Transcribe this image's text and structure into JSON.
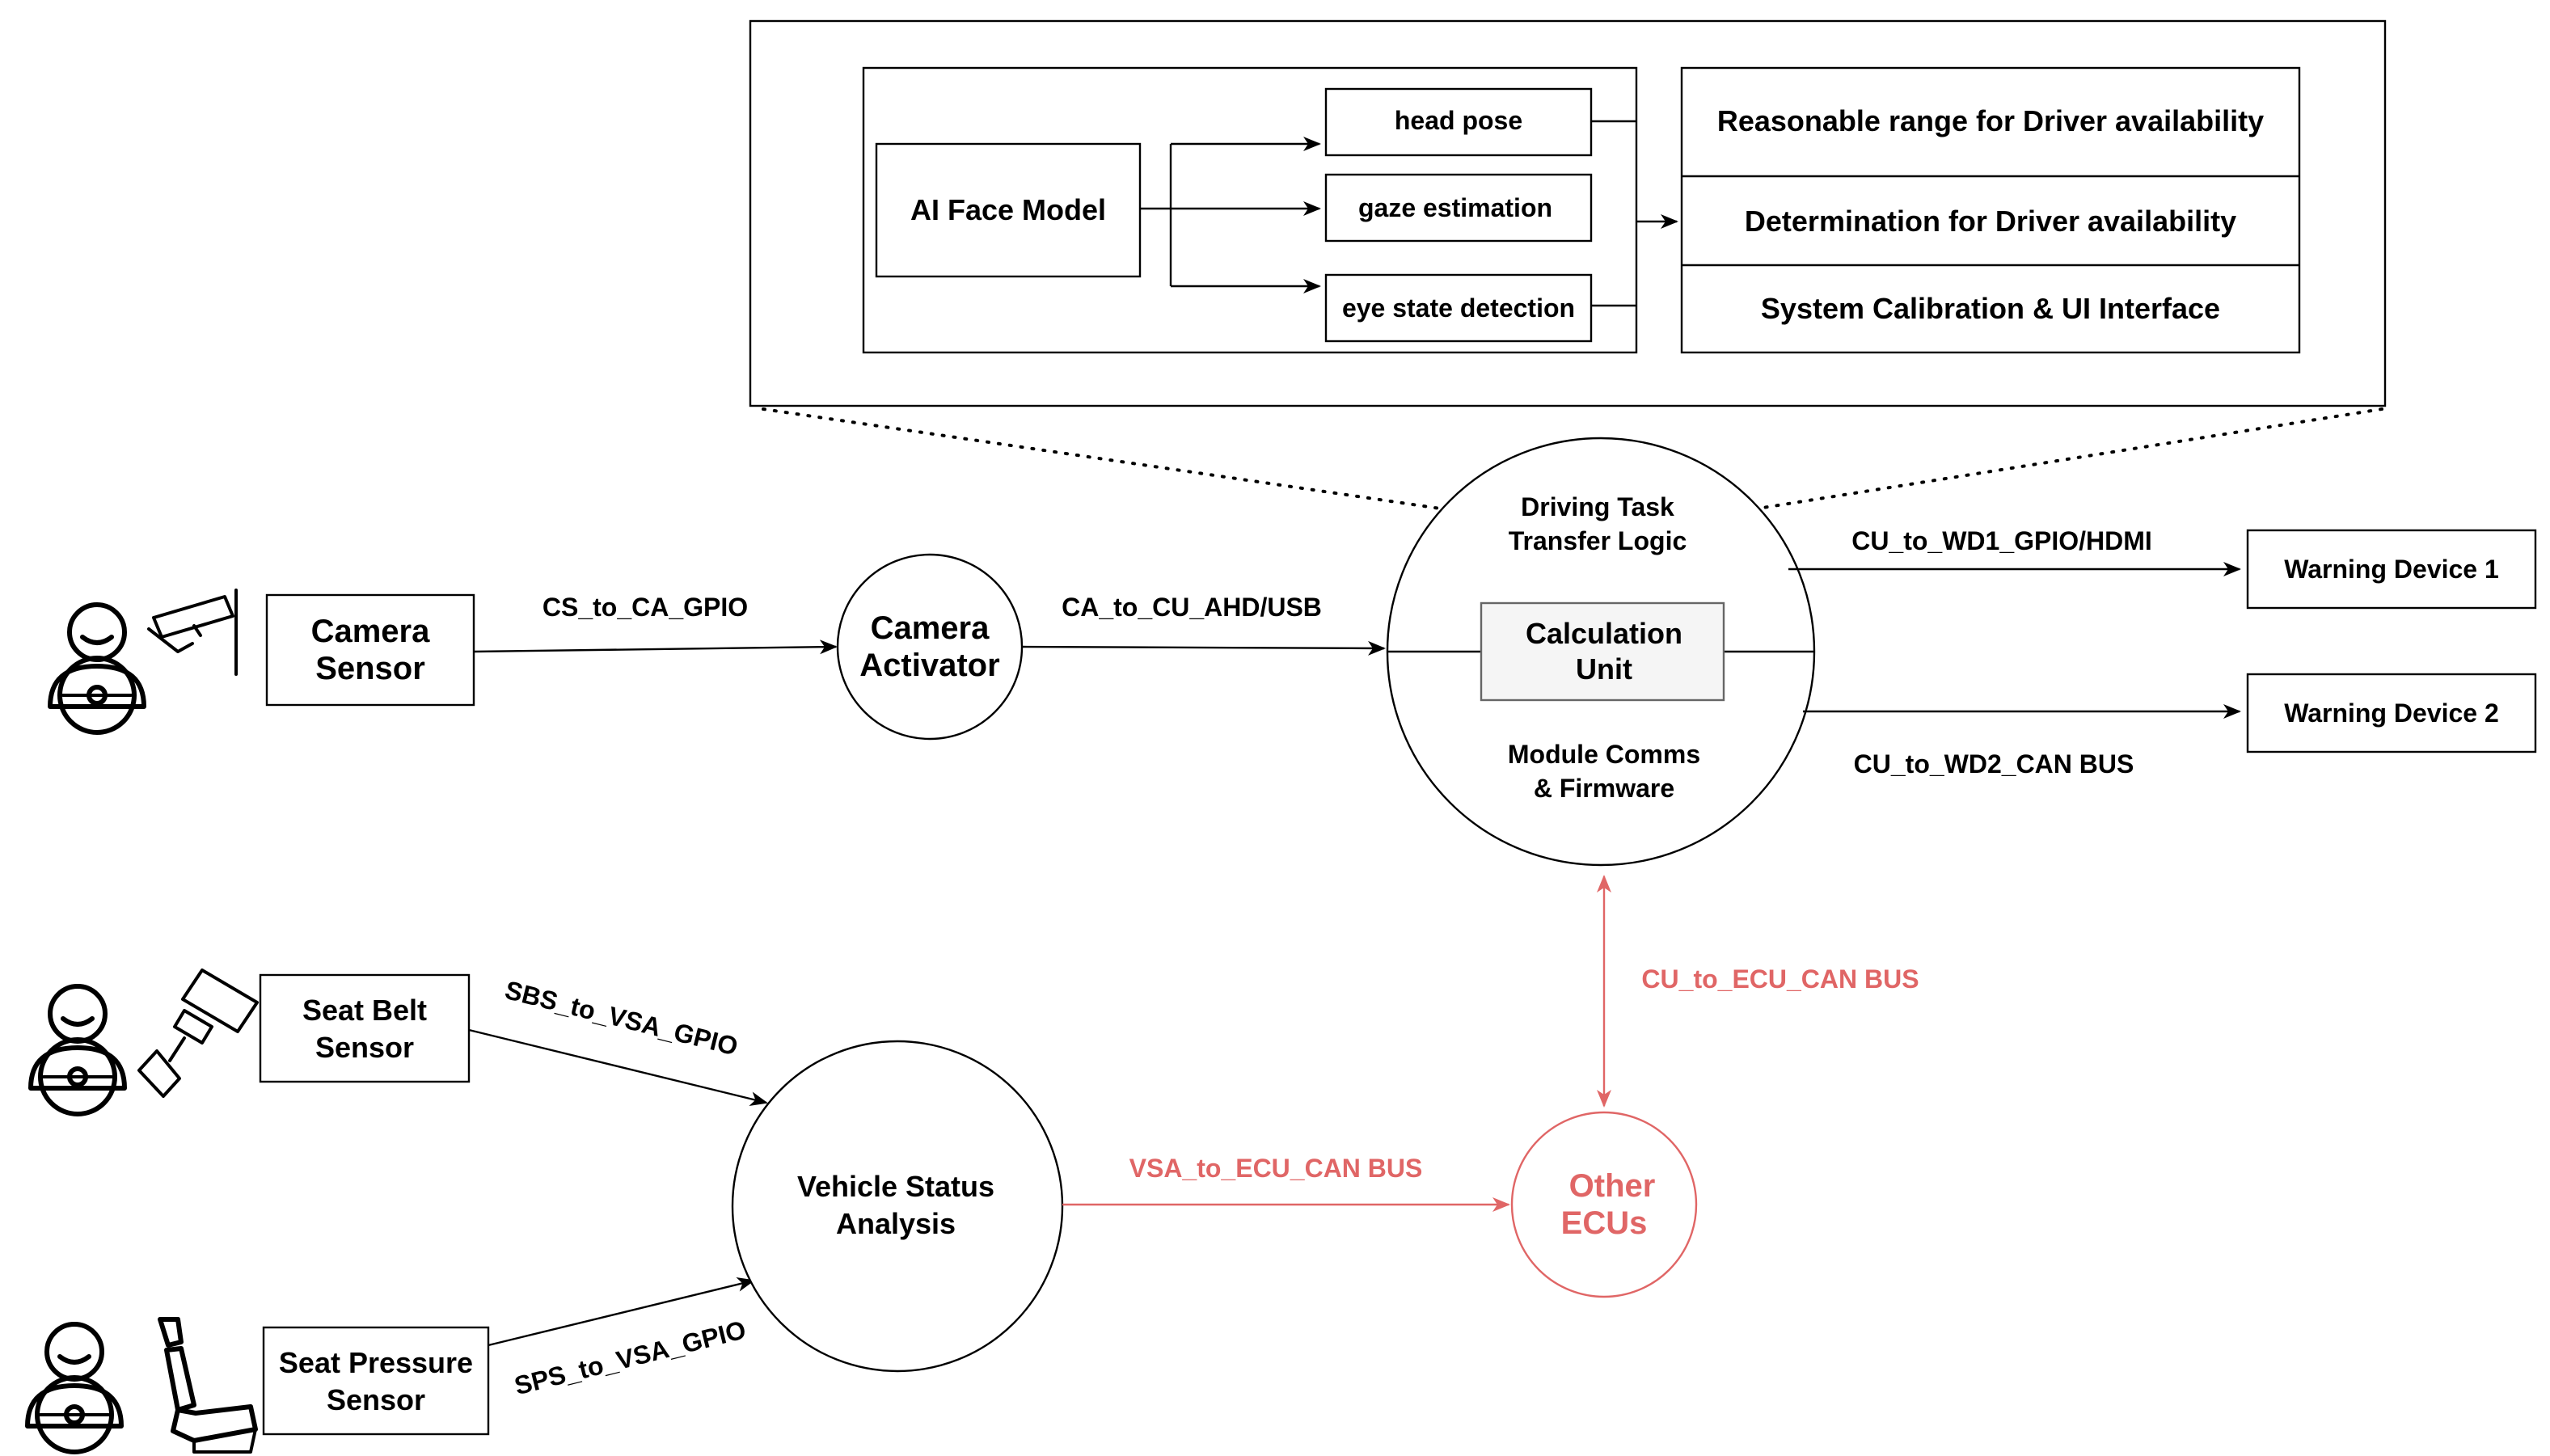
{
  "zoom_panel": {
    "face_model": "AI Face Model",
    "head_pose": "head pose",
    "gaze_estimation": "gaze estimation",
    "eye_state_detection": "eye state detection",
    "reasonable_range": "Reasonable range for Driver availability",
    "determination": "Determination for Driver availability",
    "calibration": "System Calibration & UI Interface"
  },
  "nodes": {
    "camera_sensor": [
      "Camera",
      "Sensor"
    ],
    "camera_activator": [
      "Camera",
      "Activator"
    ],
    "calc_top": [
      "Driving Task",
      "Transfer Logic"
    ],
    "calc_unit": [
      "Calculation",
      "Unit"
    ],
    "calc_bottom": [
      "Module Comms",
      "& Firmware"
    ],
    "warning_1": "Warning Device 1",
    "warning_2": "Warning Device 2",
    "seat_belt": [
      "Seat Belt",
      "Sensor"
    ],
    "seat_pressure": [
      "Seat Pressure",
      "Sensor"
    ],
    "vehicle_status": [
      "Vehicle Status",
      "Analysis"
    ],
    "other_ecus": [
      "Other",
      "ECUs"
    ]
  },
  "edges": {
    "cs_to_ca": "CS_to_CA_GPIO",
    "ca_to_cu": "CA_to_CU_AHD/USB",
    "cu_to_wd1": "CU_to_WD1_GPIO/HDMI",
    "cu_to_wd2": "CU_to_WD2_CAN BUS",
    "cu_to_ecu": "CU_to_ECU_CAN BUS",
    "sbs_to_vsa": "SBS_to_VSA_GPIO",
    "sps_to_vsa": "SPS_to_VSA_GPIO",
    "vsa_to_ecu": "VSA_to_ECU_CAN BUS"
  },
  "colors": {
    "ecu_accent": "#e06666",
    "calc_unit_fill": "#f5f5f5"
  },
  "icons": {
    "driver": "driver-steering-wheel-icon",
    "camera": "surveillance-camera-icon",
    "seat_belt": "seat-belt-buckle-icon",
    "car_seat": "car-seat-icon"
  }
}
